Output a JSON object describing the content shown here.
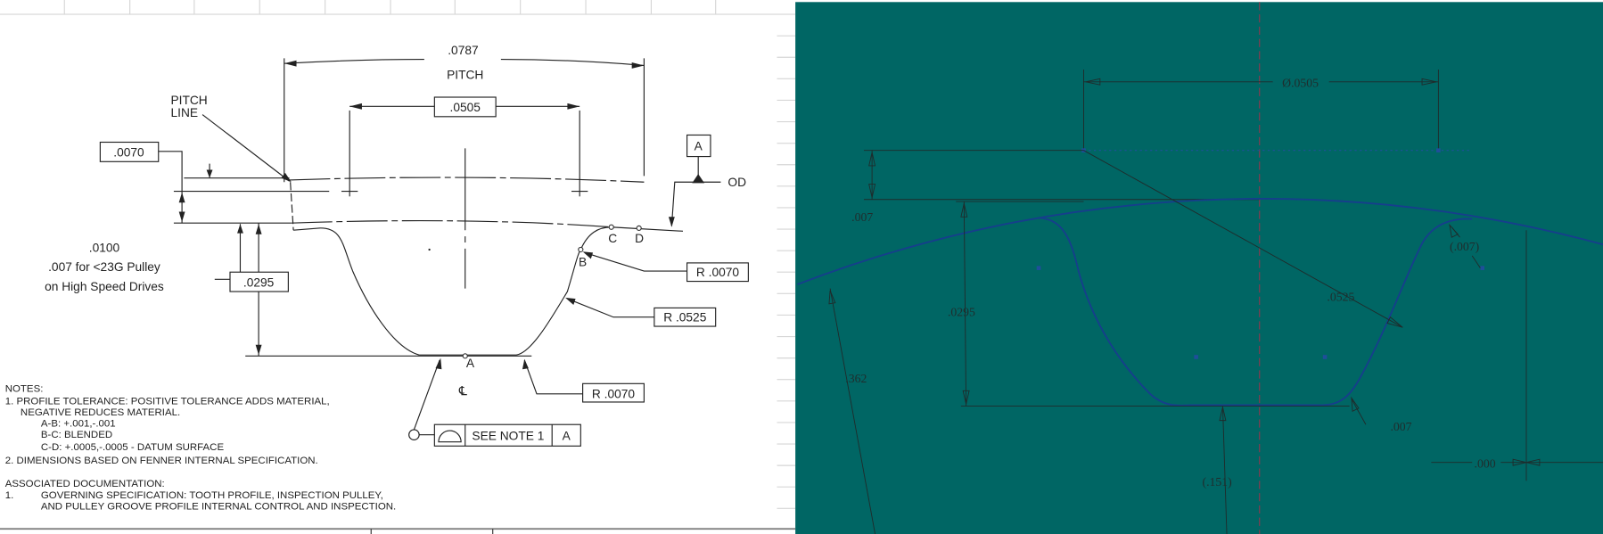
{
  "left_drawing": {
    "pitch_value": ".0787",
    "pitch_label": "PITCH",
    "pitch_line_label_1": "PITCH",
    "pitch_line_label_2": "LINE",
    "dim_0505": ".0505",
    "dim_0070": ".0070",
    "dim_0100_1": ".0100",
    "dim_0100_2": ".007 for <23G Pulley",
    "dim_0100_3": "on High Speed Drives",
    "dim_0295": ".0295",
    "radius_top": "R .0070",
    "radius_flank": "R .0525",
    "radius_bottom": "R .0070",
    "datum_label": "A",
    "od_label": "OD",
    "point_a": "A",
    "point_b": "B",
    "point_c": "C",
    "point_d": "D",
    "centerline_symbol": "℄",
    "control_frame": {
      "note": "SEE NOTE 1",
      "datum": "A"
    }
  },
  "notes": {
    "heading": "NOTES:",
    "lines": [
      "1.  PROFILE TOLERANCE: POSITIVE TOLERANCE ADDS MATERIAL,",
      "NEGATIVE REDUCES MATERIAL.",
      "A-B:  +.001,-.001",
      "B-C:    BLENDED",
      "C-D:  +.0005,-.0005 - DATUM SURFACE",
      "2.  DIMENSIONS BASED ON FENNER INTERNAL SPECIFICATION."
    ],
    "assoc_heading": "ASSOCIATED DOCUMENTATION:",
    "assoc_num": "1.",
    "assoc_lines": [
      "GOVERNING SPECIFICATION:  TOOTH PROFILE, INSPECTION PULLEY,",
      "AND PULLEY GROOVE PROFILE INTERNAL CONTROL AND INSPECTION."
    ]
  },
  "cad_view": {
    "background": "#006664",
    "profile_color": "#163e8c",
    "diameter": "Ø.0505",
    "offset": ".007",
    "depth": ".0295",
    "flank_radius": ".0525",
    "tip_radius": "(.007)",
    "root_radius": ".007",
    "root_diameter": "(.151)",
    "outer_radius": ".362",
    "zero_offset": ".000"
  }
}
